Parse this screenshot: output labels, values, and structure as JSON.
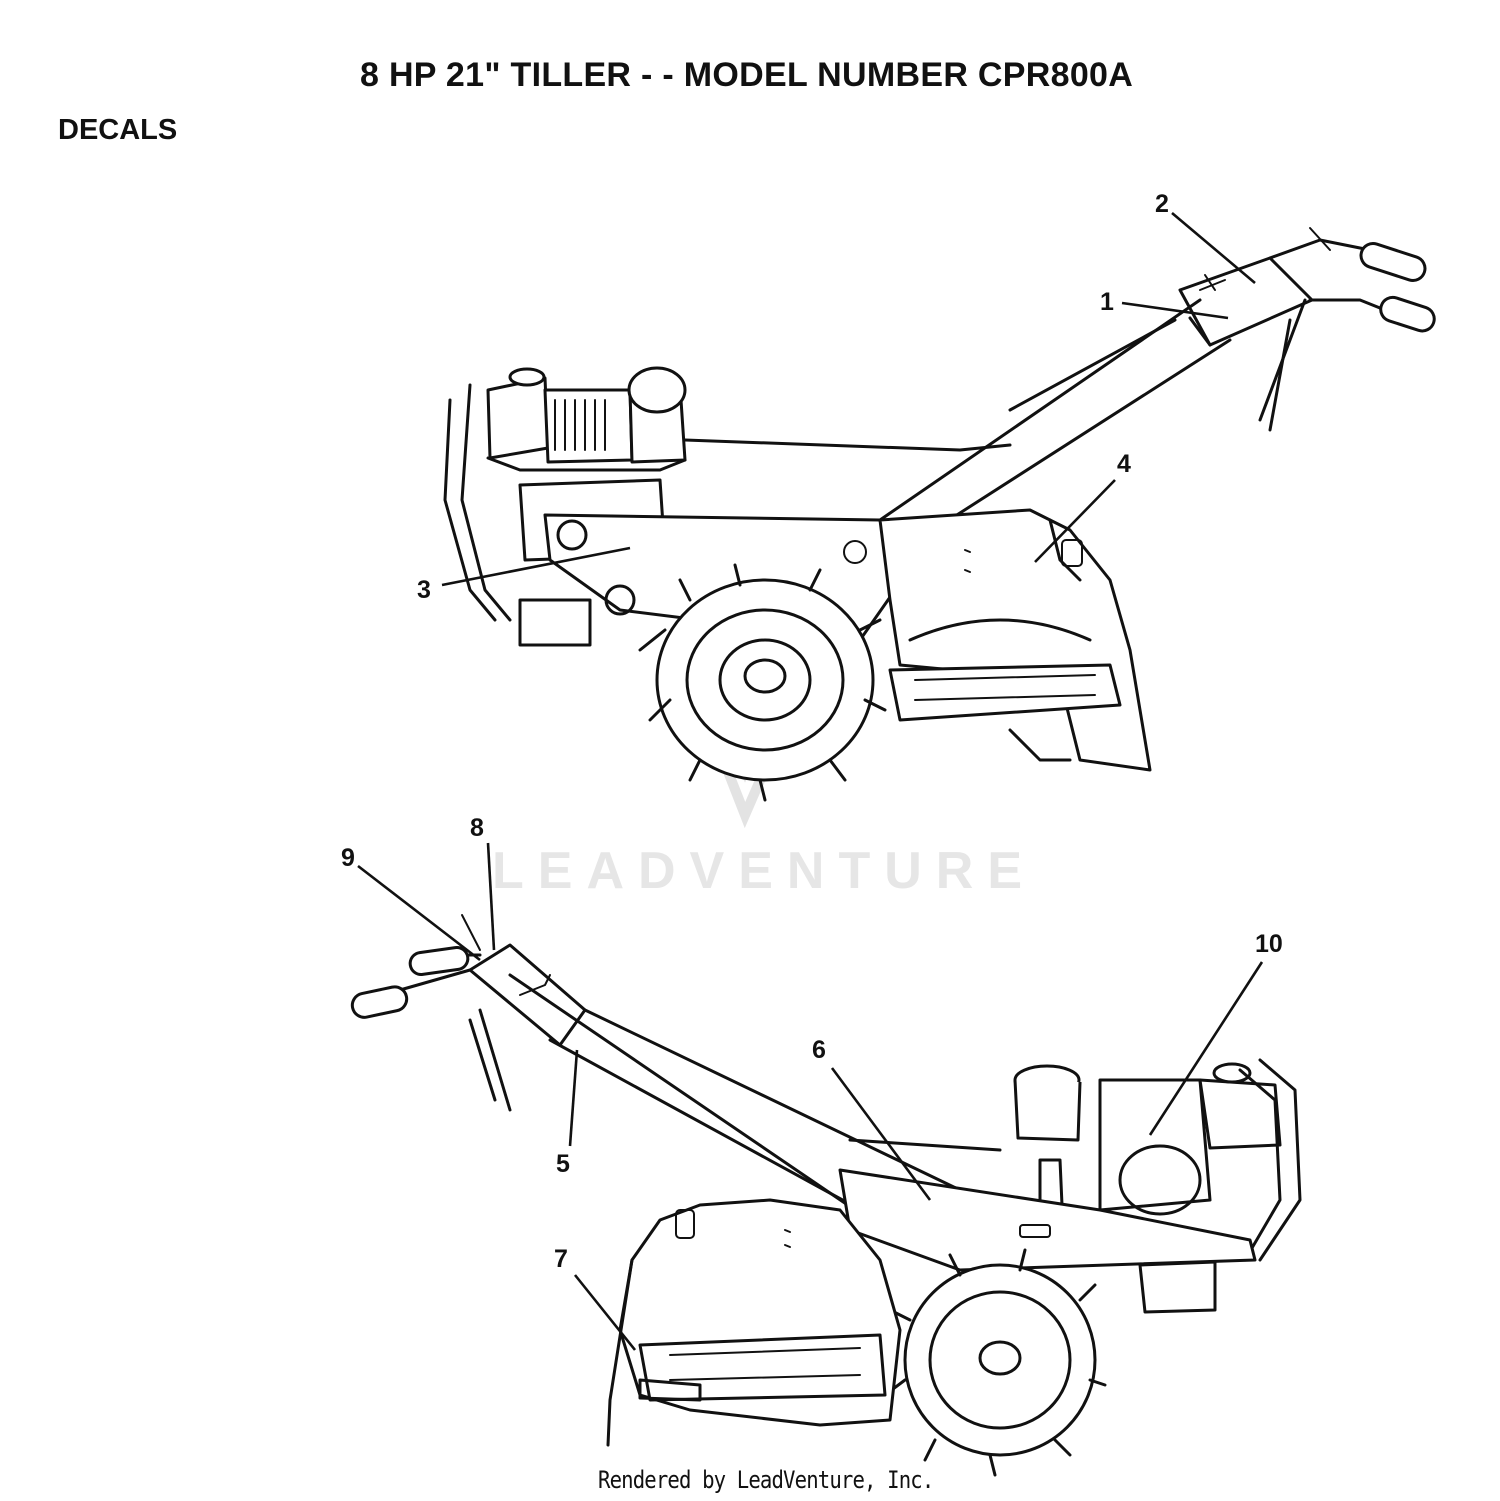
{
  "title": "8 HP 21\" TILLER - - MODEL NUMBER CPR800A",
  "section": "DECALS",
  "watermark": "LEADVENTURE",
  "footer": "Rendered by LeadVenture, Inc.",
  "callouts": [
    {
      "id": "1",
      "label": "1"
    },
    {
      "id": "2",
      "label": "2"
    },
    {
      "id": "3",
      "label": "3"
    },
    {
      "id": "4",
      "label": "4"
    },
    {
      "id": "5",
      "label": "5"
    },
    {
      "id": "6",
      "label": "6"
    },
    {
      "id": "7",
      "label": "7"
    },
    {
      "id": "8",
      "label": "8"
    },
    {
      "id": "9",
      "label": "9"
    },
    {
      "id": "10",
      "label": "10"
    }
  ]
}
